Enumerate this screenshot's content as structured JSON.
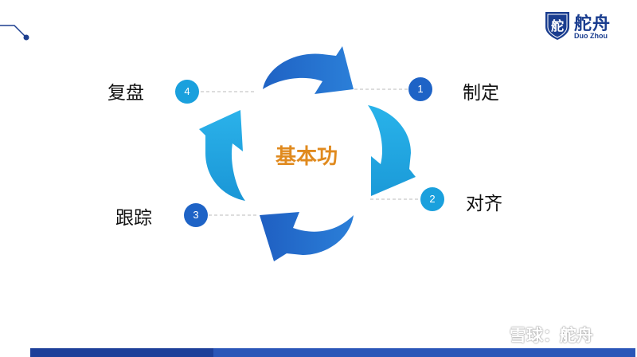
{
  "brand": {
    "name": "舵舟",
    "name_en": "Duo Zhou",
    "shield_char": "舵",
    "color": "#1a3d8f"
  },
  "diagram": {
    "center_title": "基本功",
    "steps": [
      {
        "number": "1",
        "label": "制定"
      },
      {
        "number": "2",
        "label": "对齐"
      },
      {
        "number": "3",
        "label": "跟踪"
      },
      {
        "number": "4",
        "label": "复盘"
      }
    ],
    "colors": {
      "arrow_dark": "#1e63c6",
      "arrow_light": "#1aa0dd",
      "center_text": "#e08a1e"
    }
  },
  "watermark": "雪球：舵舟"
}
